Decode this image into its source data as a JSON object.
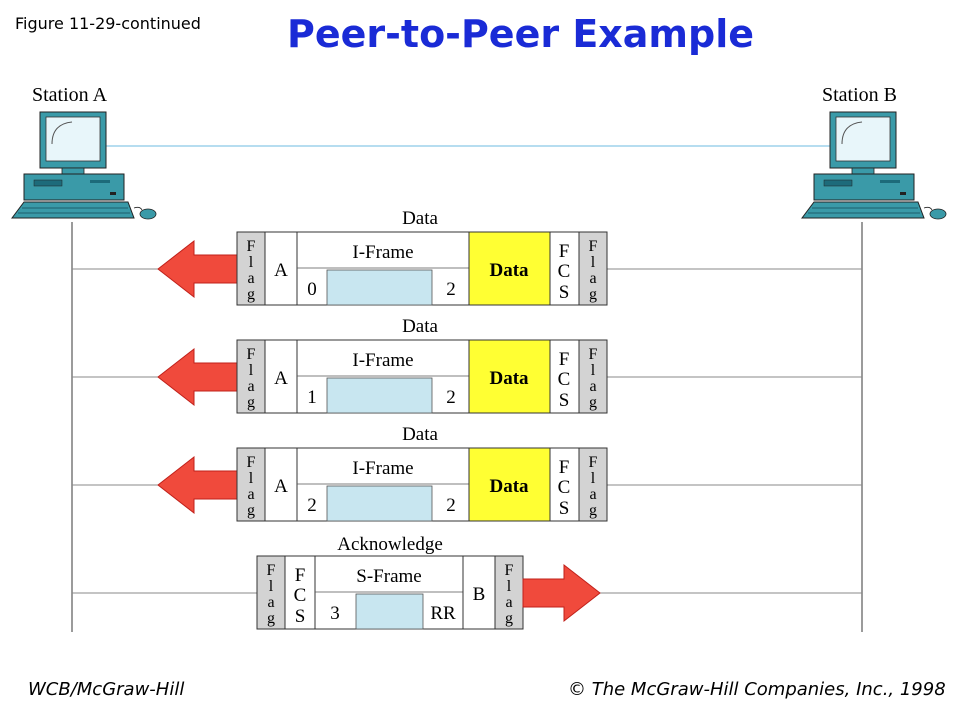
{
  "figure_label": "Figure 11-29-continued",
  "title": "Peer-to-Peer Example",
  "stations": {
    "a": "Station A",
    "b": "Station B"
  },
  "flag_letters": [
    "F",
    "l",
    "a",
    "g"
  ],
  "fcs_letters": [
    "F",
    "C",
    "S"
  ],
  "frames": [
    {
      "caption": "Data",
      "type": "I-Frame",
      "address": "A",
      "ns": "0",
      "nr": "2",
      "payload": "Data",
      "direction": "to-station-a"
    },
    {
      "caption": "Data",
      "type": "I-Frame",
      "address": "A",
      "ns": "1",
      "nr": "2",
      "payload": "Data",
      "direction": "to-station-a"
    },
    {
      "caption": "Data",
      "type": "I-Frame",
      "address": "A",
      "ns": "2",
      "nr": "2",
      "payload": "Data",
      "direction": "to-station-a"
    },
    {
      "caption": "Acknowledge",
      "type": "S-Frame",
      "address": "B",
      "nr": "3",
      "code": "RR",
      "direction": "to-station-b"
    }
  ],
  "colors": {
    "title": "#1a2bd6",
    "arrow": "#f04a3c",
    "payload": "#ffff33",
    "control": "#c8e6f0",
    "flag": "#d3d3d3",
    "link": "#9ed2ec"
  },
  "footer": {
    "publisher": "WCB/McGraw-Hill",
    "copyright": "© The McGraw-Hill Companies, Inc., 1998"
  }
}
